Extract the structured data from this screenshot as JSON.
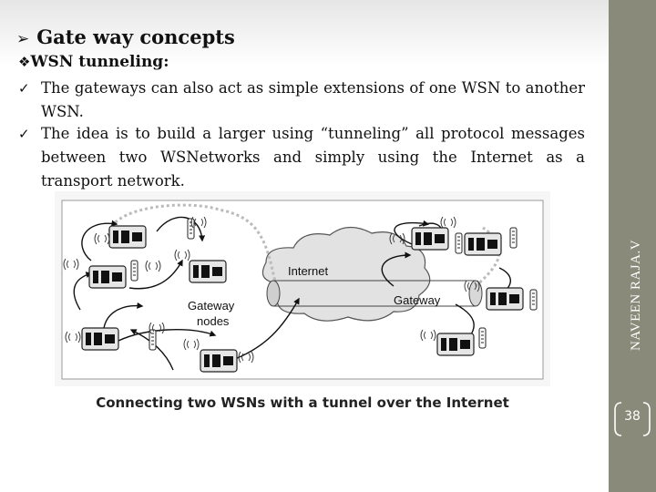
{
  "slide": {
    "title": "Gate way concepts",
    "subtitle": "WSN tunneling:",
    "bullets": [
      "The gateways can also act as simple extensions of one WSN to another WSN.",
      "The idea is to build a larger using “tunneling” all protocol messages between two WSNetworks and simply using the Internet as a transport network."
    ],
    "figure": {
      "internet_label": "Internet",
      "gateway_label": "Gateway",
      "gateway_nodes_label_line1": "Gateway",
      "gateway_nodes_label_line2": "nodes",
      "caption": "Connecting two WSNs with a tunnel over the Internet"
    },
    "author": "NAVEEN RAJA.V",
    "page_number": "38"
  }
}
